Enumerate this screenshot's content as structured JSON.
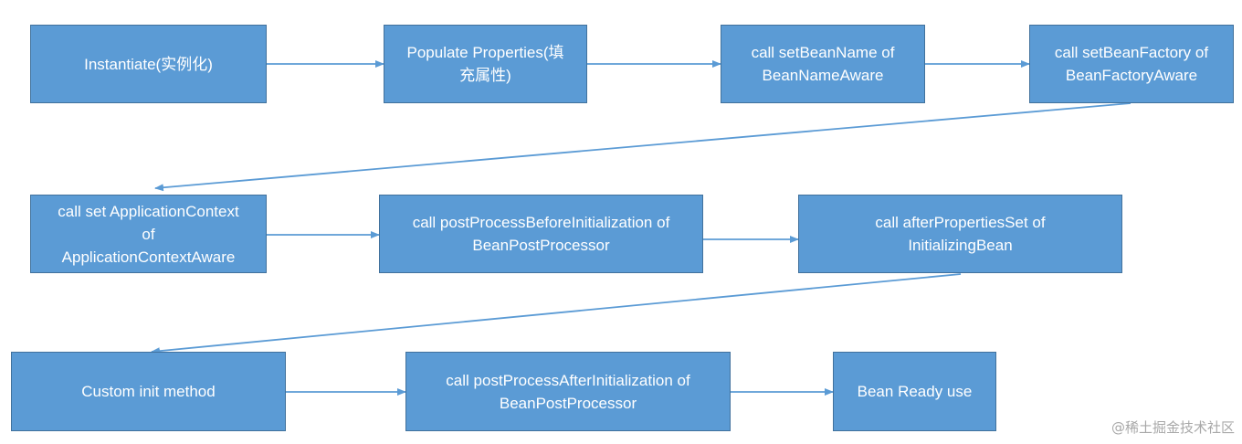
{
  "nodes": {
    "instantiate": {
      "line1": "Instantiate(实例化)"
    },
    "populate": {
      "line1": "Populate Properties(填",
      "line2": "充属性)"
    },
    "set_bean_name": {
      "line1": "call  setBeanName of",
      "line2": "BeanNameAware"
    },
    "set_bean_factory": {
      "line1": "call setBeanFactory of",
      "line2": "BeanFactoryAware"
    },
    "set_app_context": {
      "line1": "call set ApplicationContext",
      "line2": "of",
      "line3": "ApplicationContextAware"
    },
    "post_before_init": {
      "line1": "call  postProcessBeforeInitialization of",
      "line2": "BeanPostProcessor"
    },
    "after_props_set": {
      "line1": "call  afterPropertiesSet  of",
      "line2": "InitializingBean"
    },
    "custom_init": {
      "line1": "Custom init method"
    },
    "post_after_init": {
      "line1": "call postProcessAfterInitialization of",
      "line2": "BeanPostProcessor"
    },
    "bean_ready": {
      "line1": "Bean Ready  use"
    }
  },
  "colors": {
    "node_fill": "#5b9bd5",
    "node_border": "#41719c",
    "arrow": "#5b9bd5",
    "text": "#ffffff"
  },
  "watermark": "@稀土掘金技术社区"
}
